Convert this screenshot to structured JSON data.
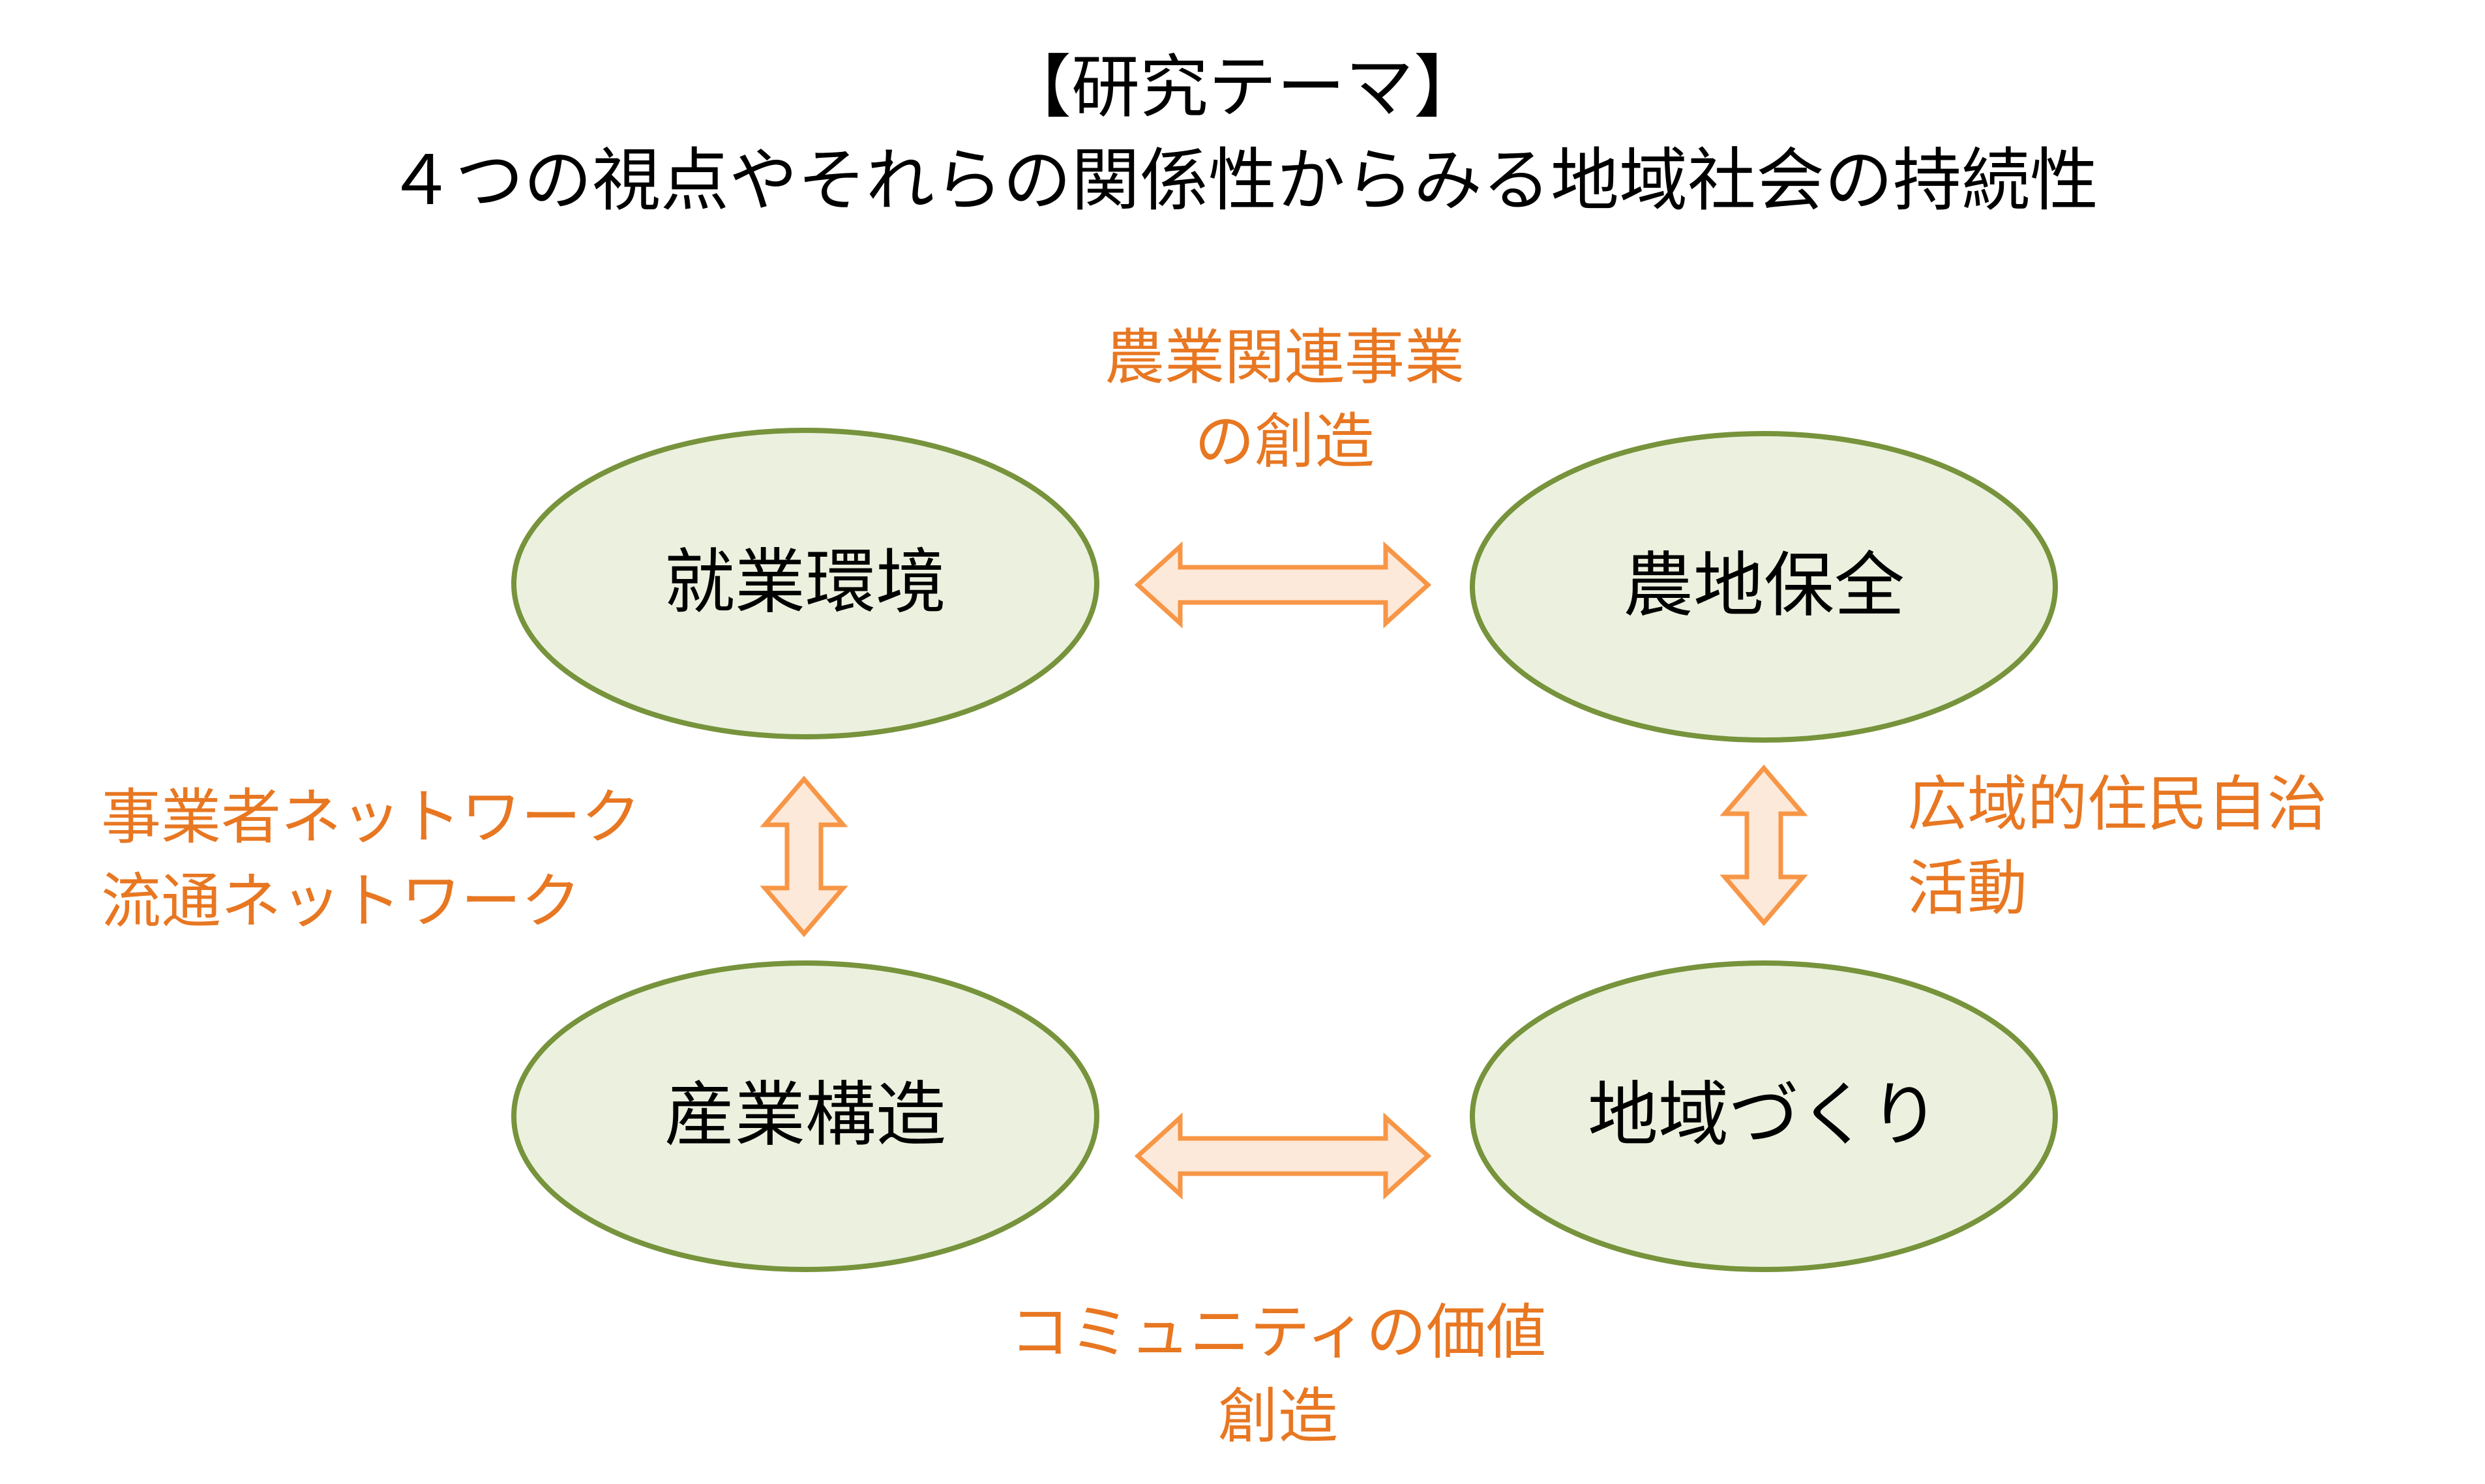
{
  "title": {
    "line1": "【研究テーマ】",
    "line2": "４つの視点やそれらの関係性からみる地域社会の持続性"
  },
  "nodes": {
    "employment": "就業環境",
    "farmland": "農地保全",
    "industry": "産業構造",
    "community": "地域づくり"
  },
  "relations": {
    "top": [
      "農業関連事業",
      "の創造"
    ],
    "left": [
      "事業者ネットワーク",
      "流通ネットワーク"
    ],
    "right": [
      "広域的住民自治",
      "活動"
    ],
    "bottom": [
      "コミュニティの価値",
      "創造"
    ]
  },
  "colors": {
    "node_fill": "#EBF1DE",
    "node_stroke": "#77933C",
    "arrow_fill": "#FDE9D9",
    "arrow_stroke": "#F79646",
    "relation_text": "#E87722"
  }
}
